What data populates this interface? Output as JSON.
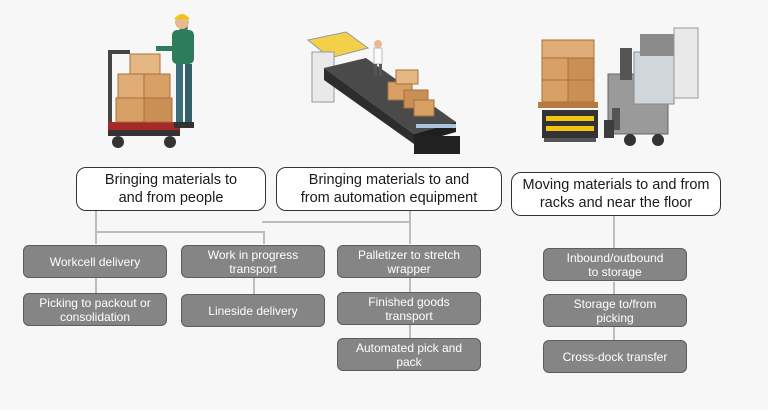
{
  "colors": {
    "background": "#f7f7f7",
    "leaf_fill": "#858585",
    "connector": "#bdbdbd",
    "category_border": "#333333",
    "carton": "#d9a066"
  },
  "illustrations": [
    {
      "icon": "worker-with-cart-of-boxes-icon"
    },
    {
      "icon": "conveyor-with-boxes-icon"
    },
    {
      "icon": "autonomous-forklift-with-pallet-icon"
    }
  ],
  "categories": [
    {
      "label": "Bringing materials to\nand from people"
    },
    {
      "label": "Bringing materials to and\nfrom automation equipment"
    },
    {
      "label": "Moving materials to and from\nracks and near the floor"
    }
  ],
  "leaves": [
    {
      "label": "Workcell delivery"
    },
    {
      "label": "Picking to packout or\nconsolidation"
    },
    {
      "label": "Work in progress\ntransport"
    },
    {
      "label": "Lineside delivery"
    },
    {
      "label": "Palletizer to stretch\nwrapper"
    },
    {
      "label": "Finished goods\ntransport"
    },
    {
      "label": "Automated pick and\npack"
    },
    {
      "label": "Inbound/outbound\nto storage"
    },
    {
      "label": "Storage to/from\npicking"
    },
    {
      "label": "Cross-dock transfer"
    }
  ]
}
